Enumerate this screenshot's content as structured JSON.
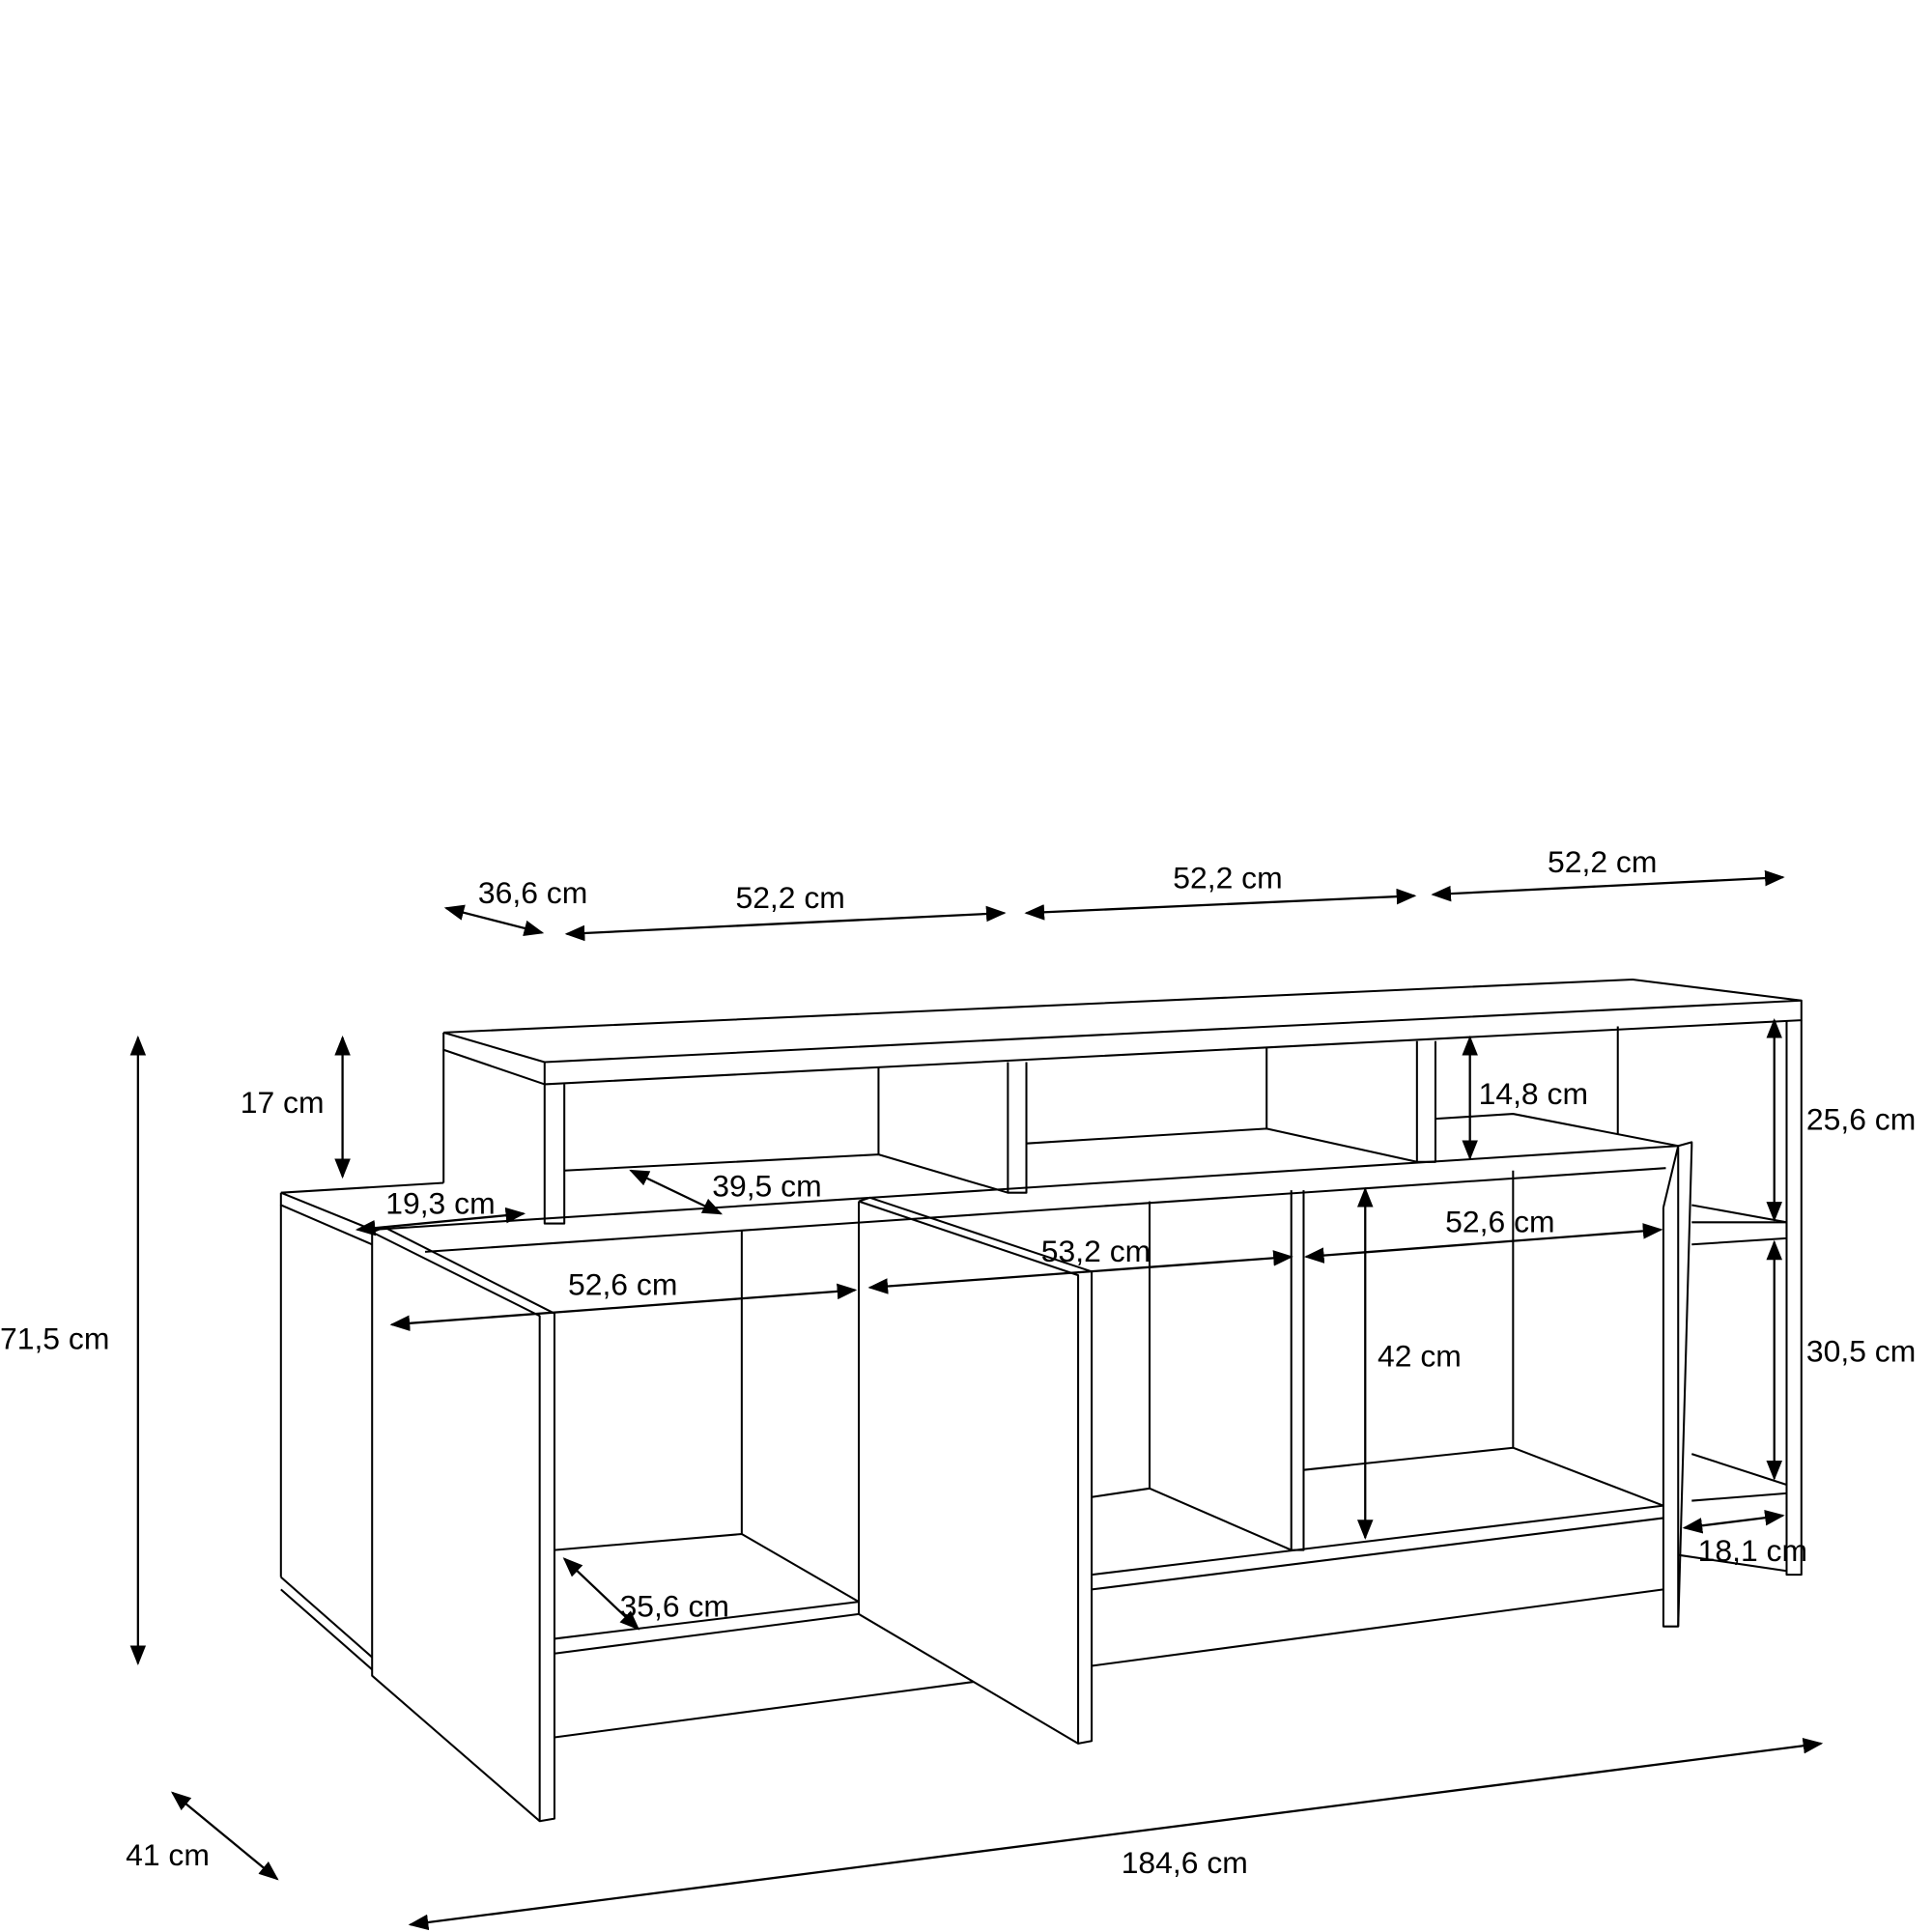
{
  "dimensions": {
    "top_depth": "36,6 cm",
    "top_width_1": "52,2 cm",
    "top_width_2": "52,2 cm",
    "top_width_3": "52,2 cm",
    "top_height": "17 cm",
    "top_inner_height": "14,8 cm",
    "right_upper_height": "25,6 cm",
    "right_lower_height": "30,5 cm",
    "shelf_depth_small": "19,3 cm",
    "top_inner_depth": "39,5 cm",
    "left_compartment_width": "52,6 cm",
    "middle_compartment_width": "53,2 cm",
    "right_compartment_width": "52,6 cm",
    "compartment_height": "42 cm",
    "side_shelf_depth": "18,1 cm",
    "compartment_depth": "35,6 cm",
    "total_height": "71,5 cm",
    "total_depth": "41 cm",
    "total_width": "184,6 cm"
  }
}
